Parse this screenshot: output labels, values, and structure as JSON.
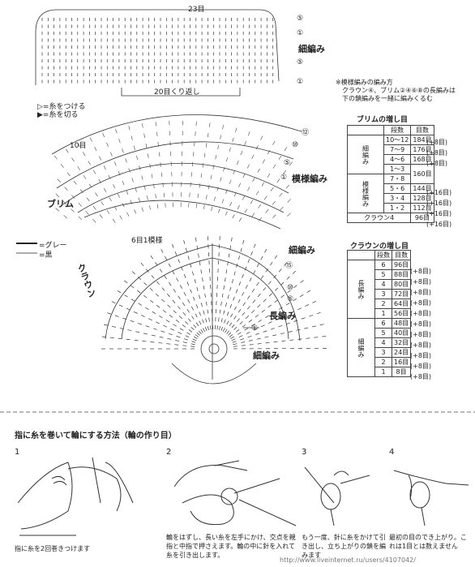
{
  "chart_labels": {
    "top_count": "23目",
    "repeat_note": "20目くり返し",
    "row_10": "10目",
    "brim": "ブリム",
    "brim_start": "6目1模様",
    "crown": "クラウン",
    "single_crochet_1": "細編み",
    "single_crochet_2": "細編み",
    "single_crochet_3": "細編み",
    "pattern_stitch": "模様編み",
    "long_crochet": "長編み"
  },
  "yarn_legend": {
    "attach": "▷=糸をつける",
    "cut": "▶=糸を切る",
    "gray": "=グレー",
    "black": "=黒"
  },
  "row_markers": {
    "top": [
      "⑤",
      "①",
      "⑤",
      "①"
    ],
    "brim": [
      "⑫",
      "⑩",
      "⑤",
      "①"
    ],
    "crown": [
      "⑮",
      "⑩",
      "⑤",
      "①"
    ]
  },
  "pattern_note": {
    "title": "※模様編みの編み方",
    "line1": "クラウン④、ブリム②④⑥⑧の長編みは",
    "line2": "下の鎖編みを一緒に編みくるむ"
  },
  "brim_table": {
    "title": "ブリムの増し目",
    "headers": [
      "段数",
      "目数"
    ],
    "group_single": "細編み",
    "group_pattern": "模様編み",
    "rows": [
      {
        "row": "10～12",
        "count": "184目",
        "inc": "(+8目)"
      },
      {
        "row": "7～9",
        "count": "176目",
        "inc": "(+8目)"
      },
      {
        "row": "4～6",
        "count": "168目",
        "inc": "(+8目)"
      },
      {
        "row": "1～3",
        "count": "160目",
        "inc": ""
      },
      {
        "row": "7・8",
        "count": "",
        "inc": ""
      },
      {
        "row": "5・6",
        "count": "144目",
        "inc": "(+16目)"
      },
      {
        "row": "3・4",
        "count": "128目",
        "inc": "(+16目)"
      },
      {
        "row": "1・2",
        "count": "112目",
        "inc": "(+16目)"
      },
      {
        "row": "クラウン4",
        "count": "96目",
        "inc": "(+16目)"
      }
    ]
  },
  "crown_table": {
    "title": "クラウンの増し目",
    "headers": [
      "段数",
      "目数"
    ],
    "group_long": "長編み",
    "group_single": "細編み",
    "rows": [
      {
        "row": "6",
        "count": "96目",
        "inc": "(+8目)"
      },
      {
        "row": "5",
        "count": "88目",
        "inc": "(+8目)"
      },
      {
        "row": "4",
        "count": "80目",
        "inc": "(+8目)"
      },
      {
        "row": "3",
        "count": "72目",
        "inc": "(+8目)"
      },
      {
        "row": "2",
        "count": "64目",
        "inc": "(+8目)"
      },
      {
        "row": "1",
        "count": "56目",
        "inc": "(+8目)"
      },
      {
        "row": "6",
        "count": "48目",
        "inc": "(+8目)"
      },
      {
        "row": "5",
        "count": "40目",
        "inc": "(+8目)"
      },
      {
        "row": "4",
        "count": "32目",
        "inc": "(+8目)"
      },
      {
        "row": "3",
        "count": "24目",
        "inc": "(+8目)"
      },
      {
        "row": "2",
        "count": "16目",
        "inc": "(+8目)"
      },
      {
        "row": "1",
        "count": "8目",
        "inc": ""
      }
    ]
  },
  "method": {
    "title": "指に糸を巻いて輪にする方法（輪の作り目）",
    "steps": [
      {
        "num": "1",
        "caption": "指に糸を2回巻きつけます"
      },
      {
        "num": "2",
        "caption": "輪をはずし、長い糸を左手にかけ、交点を親指と中指で押さえます。輪の中に針を入れて糸を引き出します。"
      },
      {
        "num": "3",
        "caption": "もう一度、針に糸をかけて引き出し、立ち上がりの鎖を編みます"
      },
      {
        "num": "4",
        "caption": "最初の目のでき上がり。これは1目とは数えません"
      }
    ]
  },
  "watermark": "http://www.liveinternet.ru/users/4107042/"
}
